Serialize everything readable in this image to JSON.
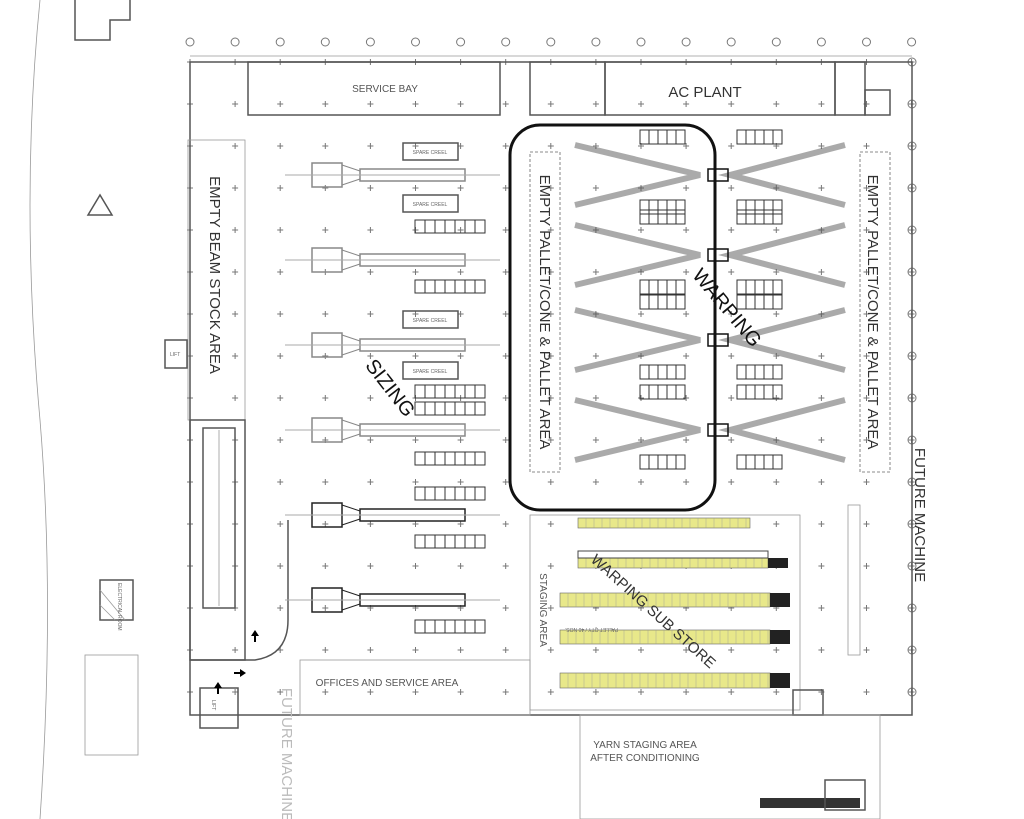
{
  "labels": {
    "service_bay": "SERVICE BAY",
    "ac_plant": "AC PLANT",
    "empty_beam_stock": "EMPTY BEAM STOCK AREA",
    "sizing": "SIZING",
    "warping": "WARPING",
    "empty_pallet_left": "EMPTY PALLET/CONE & PALLET AREA",
    "empty_pallet_right": "EMPTY PALLET/CONE & PALLET AREA",
    "spare_creel": [
      "SPARE CREEL",
      "SPARE CREEL",
      "SPARE CREEL",
      "SPARE CREEL"
    ],
    "future_machine_right": "FUTURE MACHINE",
    "future_machine_bottom": "FUTURE MACHINE",
    "warping_sub_store": "WARPING SUB STORE",
    "staging_area": "STAGING AREA",
    "pallet_qty": "PALLET QTY / 40 NOS.",
    "offices": "OFFICES AND SERVICE AREA",
    "yarn_staging_1": "YARN STAGING AREA",
    "yarn_staging_2": "AFTER CONDITIONING",
    "lift_1": "LIFT",
    "lift_2": "LIFT",
    "electrical_room": "ELECTRICAL ROOM"
  },
  "colors": {
    "pallet_yellow": "#e8e88a",
    "line": "#555555"
  }
}
